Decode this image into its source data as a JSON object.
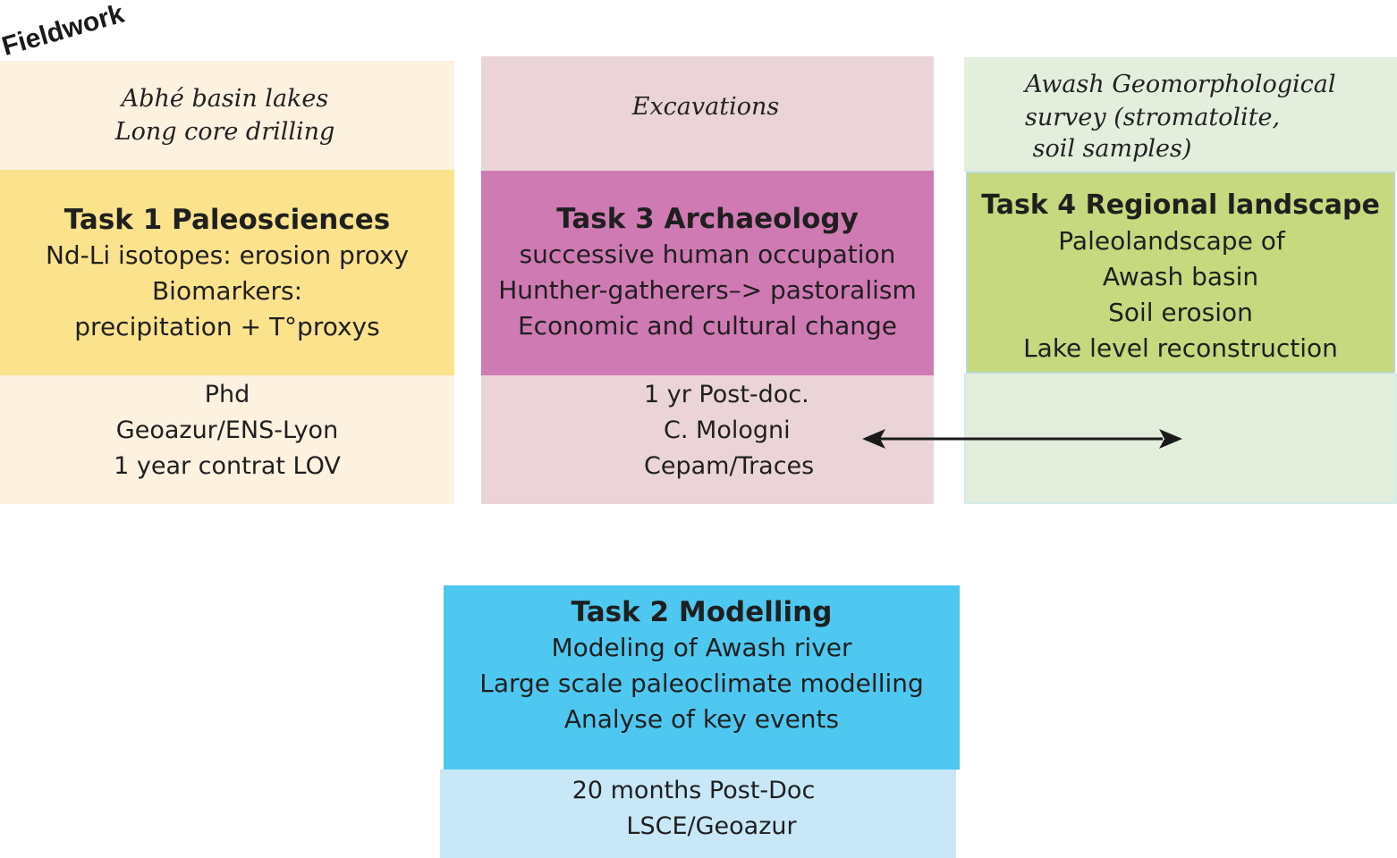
{
  "fieldwork_label": "Fieldwork",
  "task1": {
    "fieldwork": [
      "Abhé basin lakes",
      "Long core drilling"
    ],
    "title": "Task 1 Paleosciences",
    "lines": [
      "Nd-Li isotopes: erosion proxy",
      "Biomarkers:",
      "precipitation + T°proxys"
    ],
    "staff": [
      "Phd",
      "Geoazur/ENS-Lyon",
      "1 year contrat LOV"
    ]
  },
  "task3": {
    "fieldwork": [
      "Excavations"
    ],
    "title": "Task 3 Archaeology",
    "lines": [
      "successive human occupation",
      "Hunther-gatherers–> pastoralism",
      "Economic and cultural change"
    ],
    "staff": [
      "1 yr Post-doc.",
      "C. Mologni",
      "Cepam/Traces"
    ]
  },
  "task4": {
    "fieldwork": [
      "Awash Geomorphological",
      "survey (stromatolite,",
      " soil samples)"
    ],
    "title": "Task 4 Regional landscape",
    "lines": [
      "Paleolandscape of",
      "Awash basin",
      "Soil erosion",
      "Lake level reconstruction"
    ]
  },
  "task2": {
    "title": "Task 2 Modelling",
    "lines": [
      "Modeling of Awash river",
      "Large scale paleoclimate modelling",
      "Analyse of key events"
    ],
    "staff": [
      "20 months Post-Doc",
      "LSCE/Geoazur"
    ]
  },
  "colors": {
    "task1_main": "#fbe28c",
    "task1_light": "#fdf1e0",
    "task3_main": "#d07ab4",
    "task3_light": "#ebd4d8",
    "task4_main": "#c6d97e",
    "task4_light": "#e3eedd",
    "task2_main": "#4ec8f0",
    "task2_light": "#c8e8f8"
  }
}
